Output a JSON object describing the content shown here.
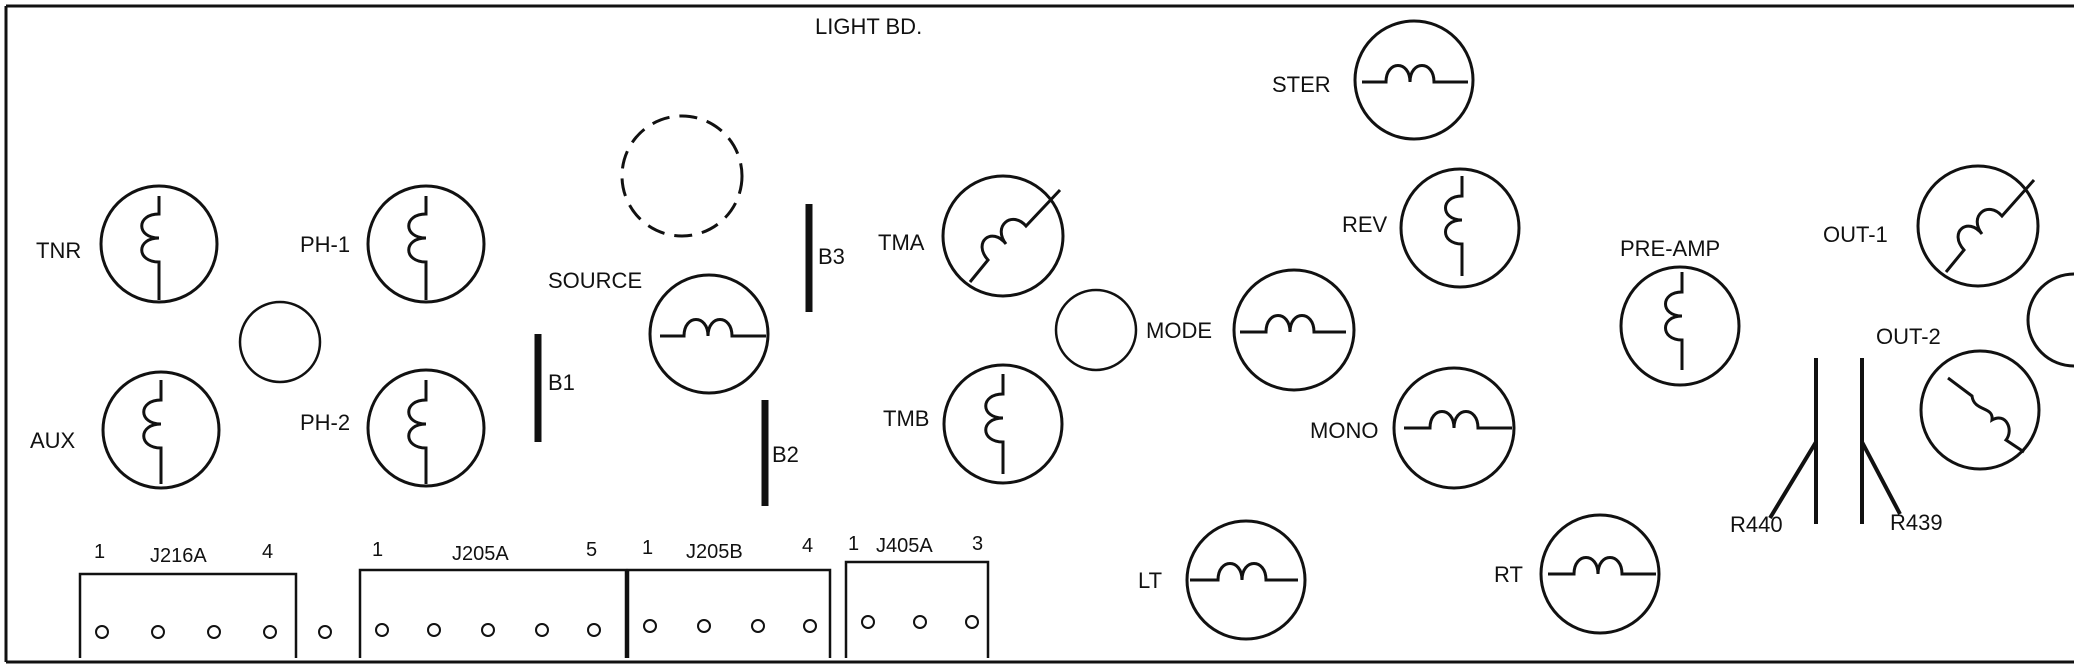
{
  "title": "LIGHT BD.",
  "labels": {
    "ster": "STER",
    "tnr": "TNR",
    "ph1": "PH-1",
    "source": "SOURCE",
    "b3": "B3",
    "tma": "TMA",
    "rev": "REV",
    "preamp": "PRE-AMP",
    "out1": "OUT-1",
    "out2": "OUT-2",
    "mode": "MODE",
    "b1": "B1",
    "aux": "AUX",
    "ph2": "PH-2",
    "tmb": "TMB",
    "mono": "MONO",
    "b2": "B2",
    "r440": "R440",
    "r439": "R439",
    "lt": "LT",
    "rt": "RT"
  },
  "connectors": {
    "j216a": {
      "name": "J216A",
      "first_pin": "1",
      "last_pin": "4"
    },
    "j205a": {
      "name": "J205A",
      "first_pin": "1",
      "last_pin": "5"
    },
    "j205b": {
      "name": "J205B",
      "first_pin": "1",
      "last_pin": "4"
    },
    "j405a": {
      "name": "J405A",
      "first_pin": "1",
      "last_pin": "3"
    }
  }
}
